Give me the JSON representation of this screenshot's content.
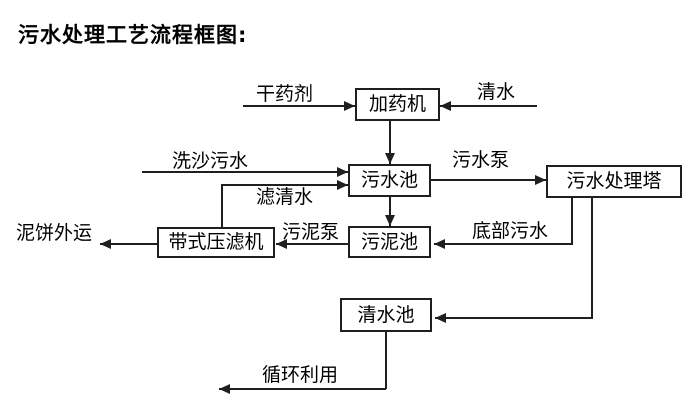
{
  "title": "污水处理工艺流程框图:",
  "diagram": {
    "type": "flowchart",
    "nodes": [
      {
        "id": "dosing-machine",
        "label": "加药机"
      },
      {
        "id": "sewage-pool",
        "label": "污水池"
      },
      {
        "id": "sewage-treatment-tower",
        "label": "污水处理塔"
      },
      {
        "id": "sludge-pool",
        "label": "污泥池"
      },
      {
        "id": "belt-filter-press",
        "label": "带式压滤机"
      },
      {
        "id": "clean-water-pool",
        "label": "清水池"
      }
    ],
    "flow_labels": [
      {
        "id": "dry-agent",
        "text": "干药剂"
      },
      {
        "id": "clean-water",
        "text": "清水"
      },
      {
        "id": "sand-washing-sewage",
        "text": "洗沙污水"
      },
      {
        "id": "sewage-pump",
        "text": "污水泵"
      },
      {
        "id": "filtered-water",
        "text": "滤清水"
      },
      {
        "id": "sludge-pump",
        "text": "污泥泵"
      },
      {
        "id": "bottom-sewage",
        "text": "底部污水"
      },
      {
        "id": "mud-cake-transport",
        "text": "泥饼外运"
      },
      {
        "id": "recycle-use",
        "text": "循环利用"
      }
    ],
    "edges": [
      {
        "from": "external",
        "to": "dosing-machine",
        "label": "干药剂"
      },
      {
        "from": "external",
        "to": "dosing-machine",
        "label": "清水"
      },
      {
        "from": "dosing-machine",
        "to": "sewage-pool",
        "label": ""
      },
      {
        "from": "external",
        "to": "sewage-pool",
        "label": "洗沙污水"
      },
      {
        "from": "belt-filter-press",
        "to": "sewage-pool",
        "label": "滤清水"
      },
      {
        "from": "sewage-pool",
        "to": "sewage-treatment-tower",
        "label": "污水泵"
      },
      {
        "from": "sewage-pool",
        "to": "sludge-pool",
        "label": ""
      },
      {
        "from": "sewage-treatment-tower",
        "to": "sludge-pool",
        "label": "底部污水"
      },
      {
        "from": "sludge-pool",
        "to": "belt-filter-press",
        "label": "污泥泵"
      },
      {
        "from": "belt-filter-press",
        "to": "external",
        "label": "泥饼外运"
      },
      {
        "from": "sewage-treatment-tower",
        "to": "clean-water-pool",
        "label": ""
      },
      {
        "from": "clean-water-pool",
        "to": "external",
        "label": "循环利用"
      }
    ]
  },
  "colors": {
    "line": "#1f1f1f",
    "text": "#000000",
    "background": "#ffffff"
  }
}
